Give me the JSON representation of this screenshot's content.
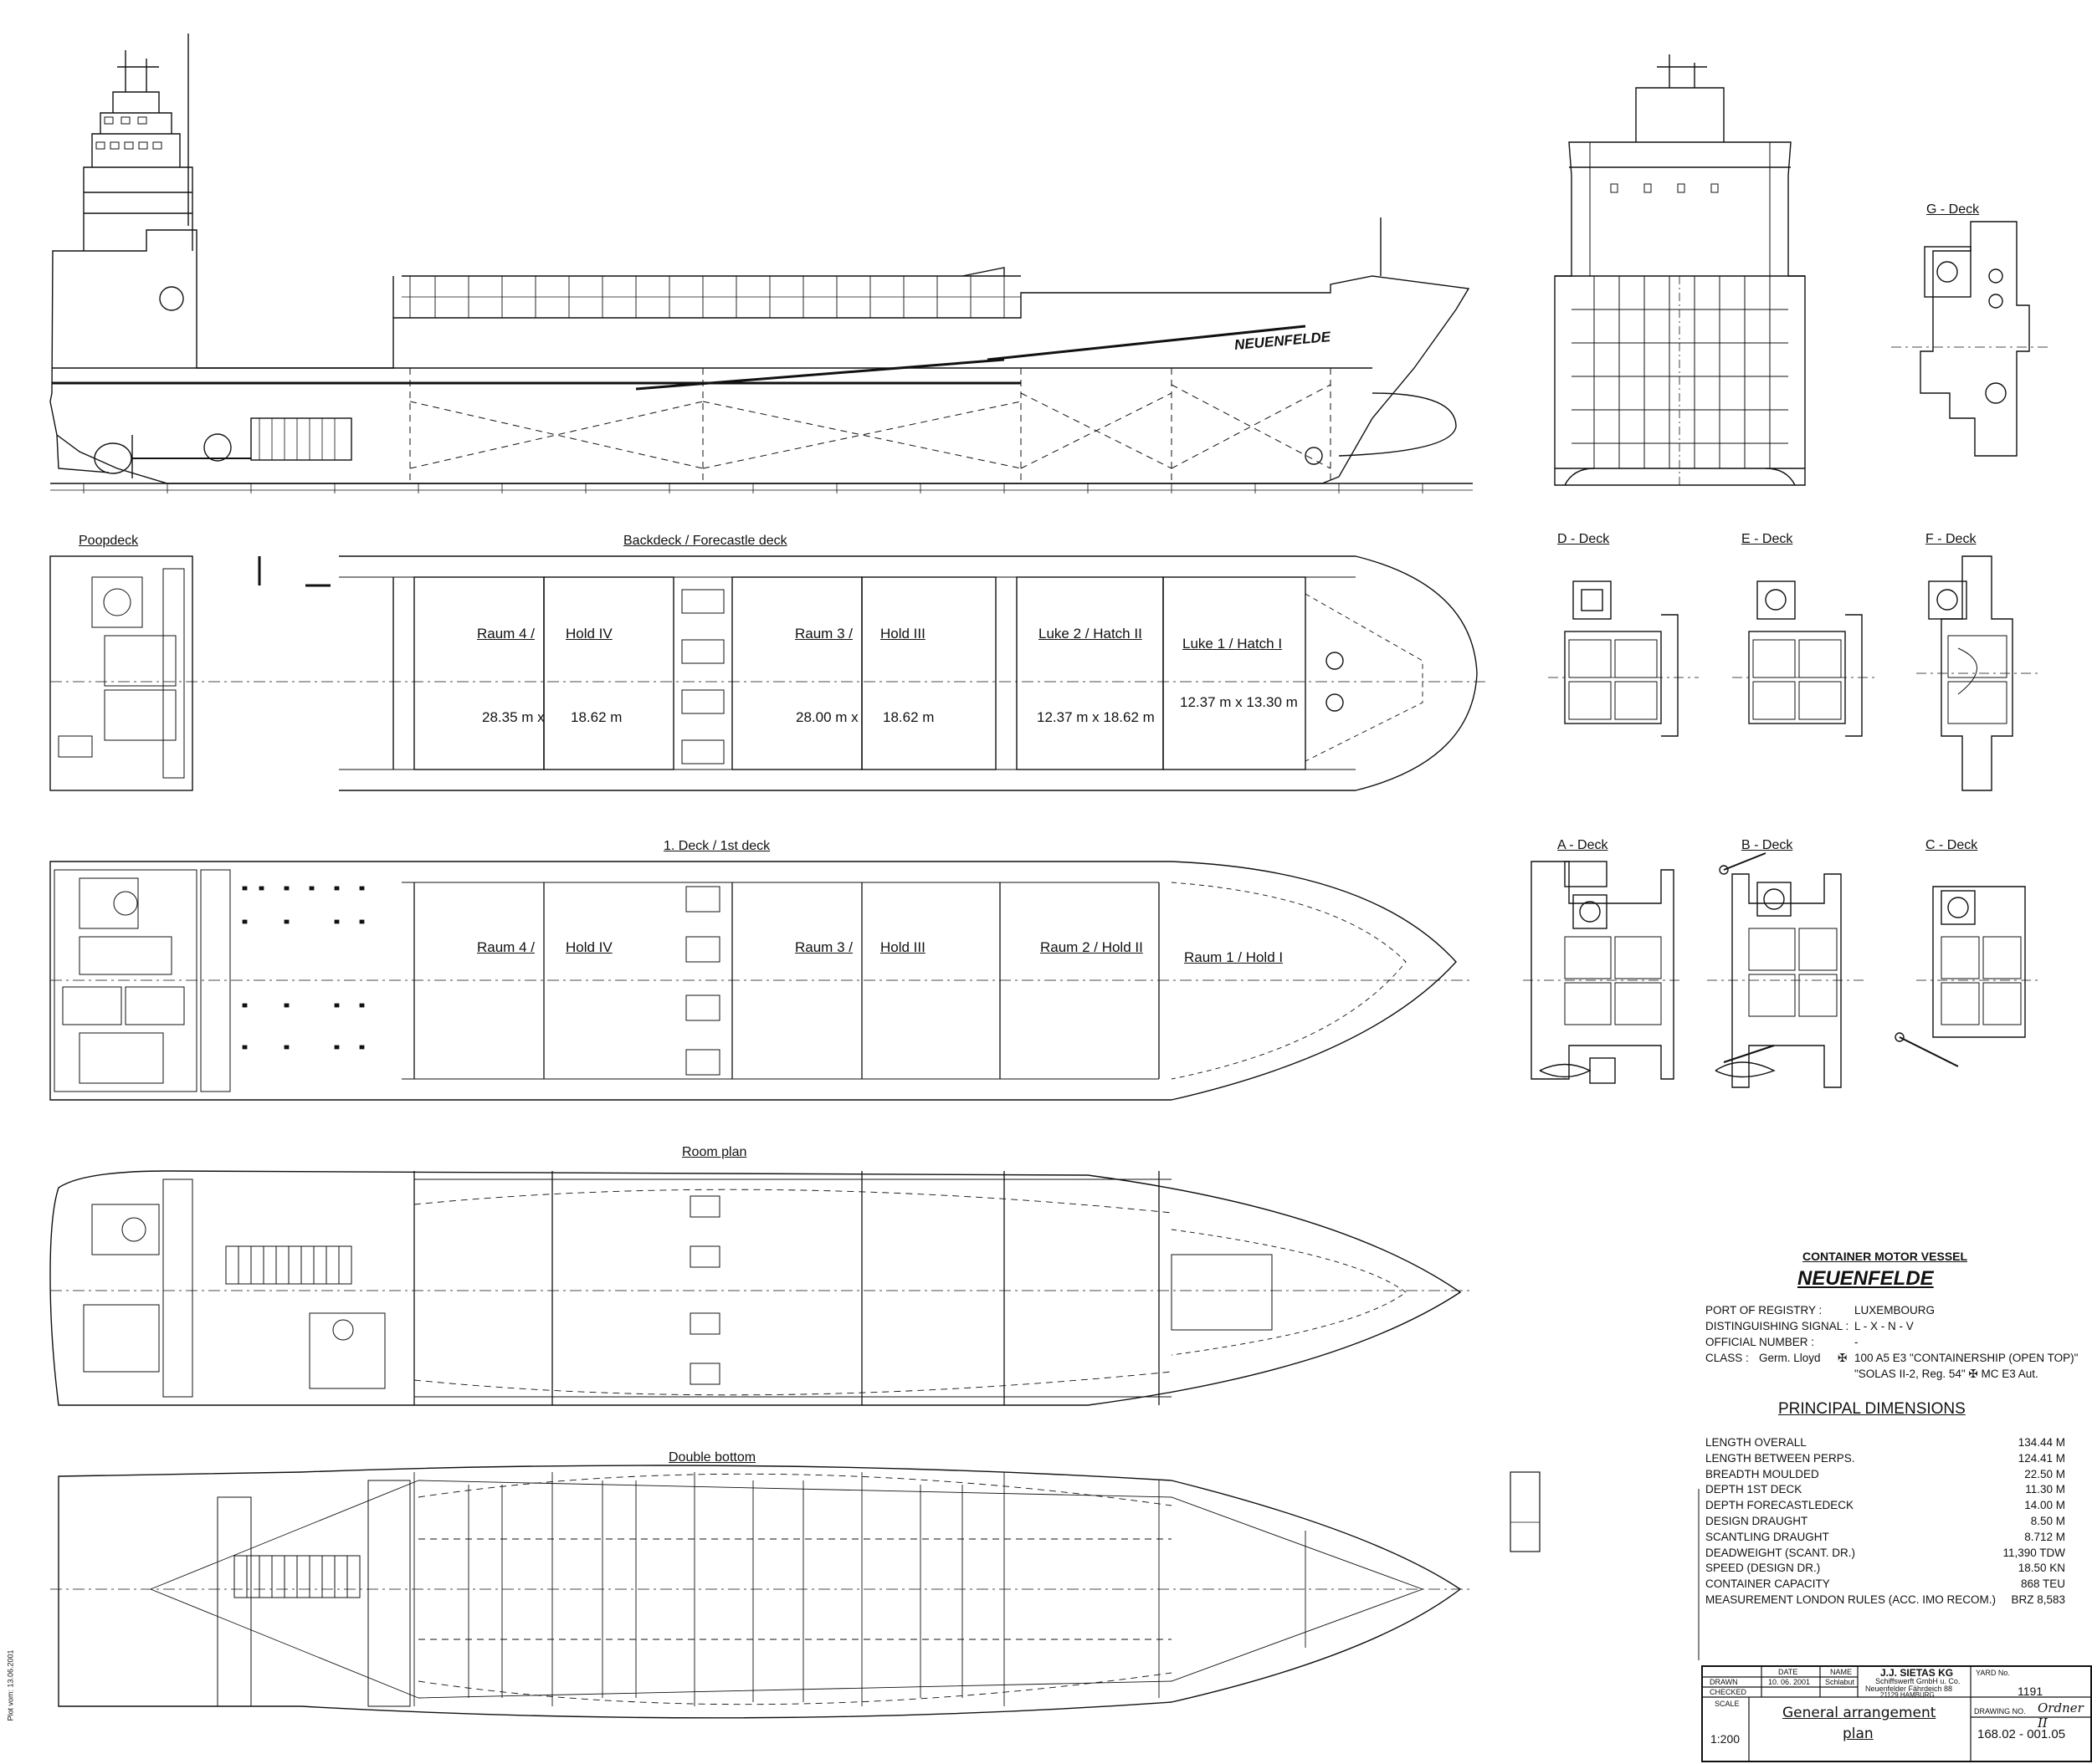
{
  "views": {
    "poopdeck": "Poopdeck",
    "backdeck": "Backdeck / Forecastle deck",
    "deck1": "1. Deck / 1st deck",
    "room_plan": "Room plan",
    "double_bottom": "Double bottom",
    "g_deck": "G - Deck",
    "d_deck": "D - Deck",
    "e_deck": "E - Deck",
    "f_deck": "F - Deck",
    "a_deck": "A - Deck",
    "b_deck": "B - Deck",
    "c_deck": "C - Deck"
  },
  "ship_name_hull": "NEUENFELDE",
  "hold_labels": {
    "raum4": "Raum 4 /",
    "hold4": "Hold IV",
    "raum3": "Raum 3 /",
    "hold3": "Hold III",
    "luke2": "Luke 2 / Hatch II",
    "luke1": "Luke 1 / Hatch I",
    "raum2": "Raum 2 / Hold II",
    "raum1": "Raum 1 / Hold I"
  },
  "hatch_dims": {
    "h4_a": "28.35 m x",
    "h4_b": "18.62 m",
    "h3_a": "28.00 m x",
    "h3_b": "18.62 m",
    "h2": "12.37 m x 18.62 m",
    "h1": "12.37 m x 13.30 m"
  },
  "vessel": {
    "type": "CONTAINER MOTOR VESSEL",
    "name": "NEUENFELDE",
    "registry_label": "PORT OF REGISTRY :",
    "registry_value": "LUXEMBOURG",
    "signal_label": "DISTINGUISHING SIGNAL :",
    "signal_value": "L - X - N - V",
    "official_label": "OFFICIAL NUMBER :",
    "official_value": "-",
    "class_label": "CLASS :",
    "class_society": "Germ. Lloyd",
    "class_line1": "100 A5 E3  \"CONTAINERSHIP (OPEN TOP)\"",
    "class_line2": "\"SOLAS II-2, Reg. 54\"  ✠ MC E3 Aut."
  },
  "principal_dimensions": {
    "heading": "PRINCIPAL DIMENSIONS",
    "rows": [
      {
        "label": "LENGTH OVERALL",
        "value": "134.44  M"
      },
      {
        "label": "LENGTH BETWEEN PERPS.",
        "value": "124.41  M"
      },
      {
        "label": "BREADTH MOULDED",
        "value": "22.50  M"
      },
      {
        "label": "DEPTH 1ST DECK",
        "value": "11.30  M"
      },
      {
        "label": "DEPTH FORECASTLEDECK",
        "value": "14.00  M"
      },
      {
        "label": "DESIGN DRAUGHT",
        "value": "8.50  M"
      },
      {
        "label": "SCANTLING DRAUGHT",
        "value": "8.712  M"
      },
      {
        "label": "DEADWEIGHT (SCANT. DR.)",
        "value": "11,390  TDW"
      },
      {
        "label": "SPEED (DESIGN DR.)",
        "value": "18.50  KN"
      },
      {
        "label": "CONTAINER CAPACITY",
        "value": "868  TEU"
      },
      {
        "label": "MEASUREMENT LONDON RULES (ACC. IMO RECOM.)",
        "value": "BRZ  8,583"
      }
    ]
  },
  "title_block": {
    "date_hdr": "DATE",
    "name_hdr": "NAME",
    "drawn": "DRAWN",
    "checked": "CHECKED",
    "drawn_date": "10. 06. 2001",
    "drawn_name": "Schlabut",
    "company": "J.J. SIETAS KG",
    "company_l2": "Schiffswerft GmbH u. Co.",
    "company_l3": "Neuenfelder Fährdeich 88",
    "company_l4": "21129 HAMBURG",
    "yard_hdr": "YARD No.",
    "yard_no": "1191",
    "scale_hdr": "SCALE",
    "scale": "1:200",
    "title_l1": "General arrangement",
    "title_l2": "plan",
    "drawing_hdr": "DRAWING NO.",
    "drawing_no": "168.02 - 001.05"
  },
  "plot_note": "Plot vom: 13.06.2001"
}
